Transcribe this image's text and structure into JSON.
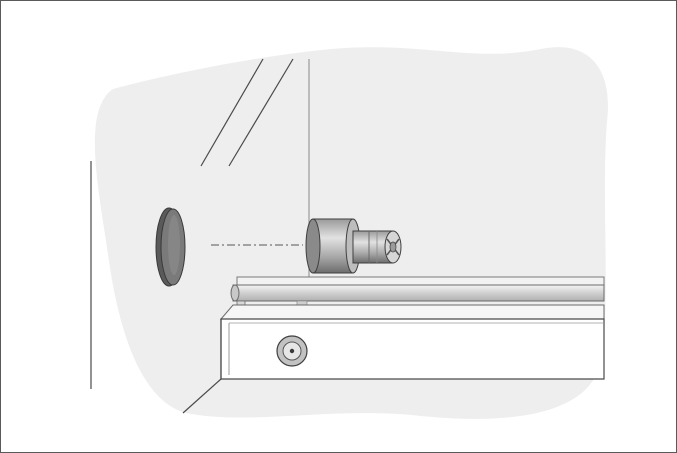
{
  "diagram": {
    "colors": {
      "background": "#ffffff",
      "shade": "#efefef",
      "outline": "#4a4a4a",
      "part_mid": "#b8b8b8",
      "part_dark": "#7a7a7a",
      "cap_face": "#6e6e6e",
      "rail": "#dcdcdc"
    },
    "parts": [
      "cabinet-wall",
      "hole-cover-cap",
      "hinge-pin",
      "guide-rail",
      "front-panel",
      "screw"
    ]
  }
}
